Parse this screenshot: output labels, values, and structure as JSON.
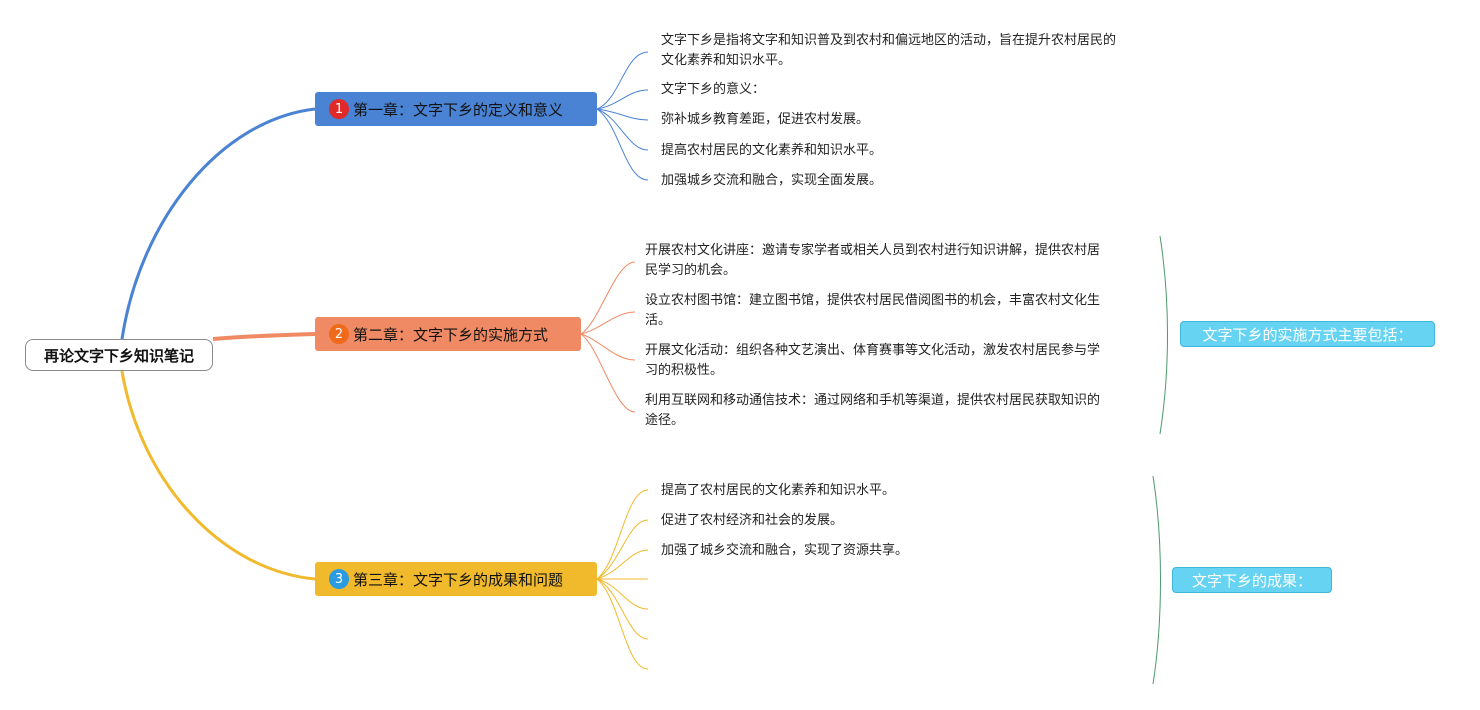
{
  "root": {
    "title": "再论文字下乡知识笔记"
  },
  "colors": {
    "ch1": "#4a83d4",
    "ch2": "#ef8a64",
    "ch3": "#f1b92c",
    "badge1": "#e02a2a",
    "badge2": "#ef6a1a",
    "badge3": "#2a9be0",
    "summary": "#67d3f2",
    "bracket": "#4c9a6a"
  },
  "chapters": [
    {
      "number": "1",
      "title": "第一章：文字下乡的定义和意义",
      "items": [
        "文字下乡是指将文字和知识普及到农村和偏远地区的活动，旨在提升农村居民的",
        "文化素养和知识水平。",
        "文字下乡的意义：",
        "弥补城乡教育差距，促进农村发展。",
        "提高农村居民的文化素养和知识水平。",
        "加强城乡交流和融合，实现全面发展。"
      ]
    },
    {
      "number": "2",
      "title": "第二章：文字下乡的实施方式",
      "items": [
        "开展农村文化讲座：邀请专家学者或相关人员到农村进行知识讲解，提供农村居",
        "民学习的机会。",
        "设立农村图书馆：建立图书馆，提供农村居民借阅图书的机会，丰富农村文化生",
        "活。",
        "开展文化活动：组织各种文艺演出、体育赛事等文化活动，激发农村居民参与学",
        "习的积极性。",
        "利用互联网和移动通信技术：通过网络和手机等渠道，提供农村居民获取知识的",
        "途径。"
      ],
      "summary": "文字下乡的实施方式主要包括："
    },
    {
      "number": "3",
      "title": "第三章：文字下乡的成果和问题",
      "items": [
        "提高了农村居民的文化素养和知识水平。",
        "促进了农村经济和社会的发展。",
        "加强了城乡交流和融合，实现了资源共享。"
      ],
      "summary": "文字下乡的成果："
    }
  ]
}
